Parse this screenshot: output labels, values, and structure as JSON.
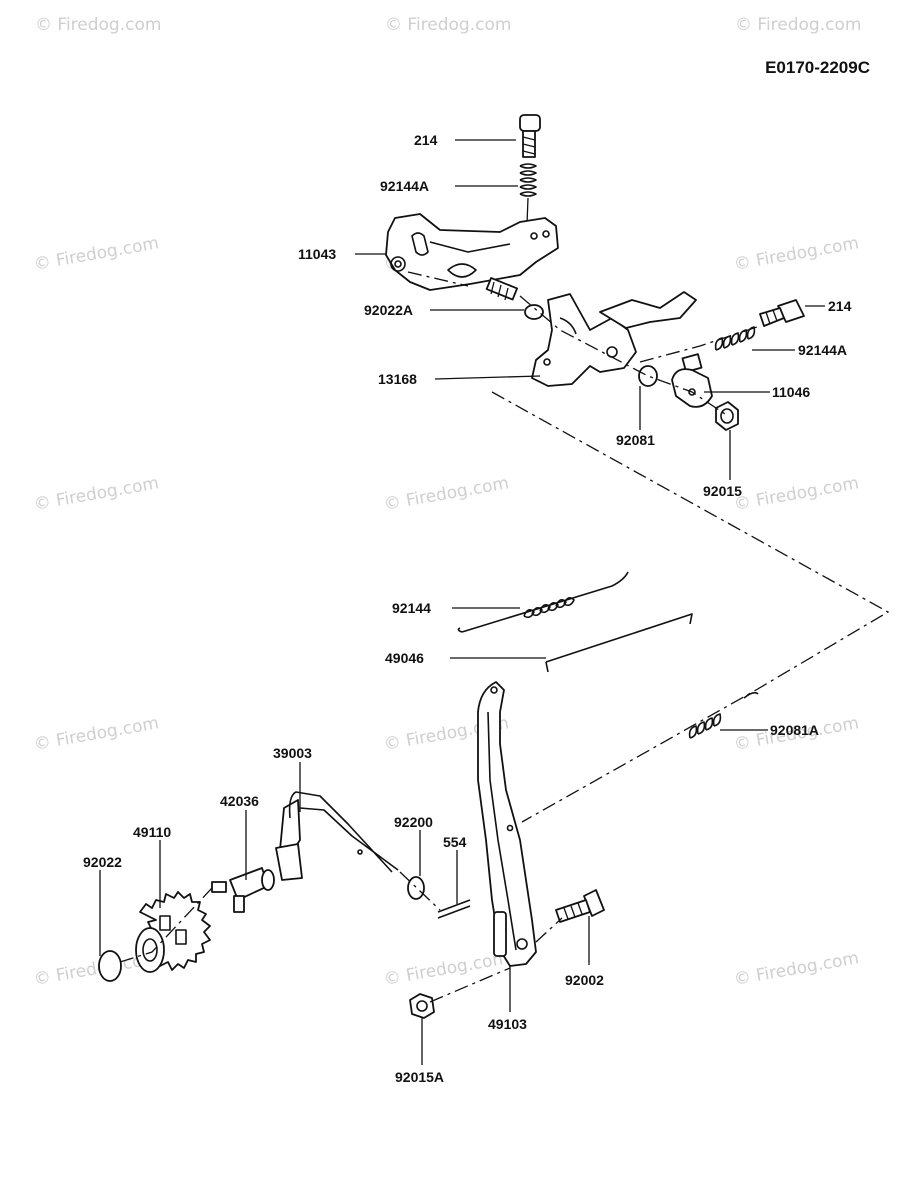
{
  "diagram_code": "E0170-2209C",
  "watermark": "© Firedog.com",
  "labels": {
    "l214_top": "214",
    "l92144A_top": "92144A",
    "l11043": "11043",
    "l92022A": "92022A",
    "l13168": "13168",
    "l214_right": "214",
    "l92144A_right": "92144A",
    "l11046": "11046",
    "l92081": "92081",
    "l92015": "92015",
    "l92144": "92144",
    "l49046": "49046",
    "l92081A": "92081A",
    "l39003": "39003",
    "l42036": "42036",
    "l49110": "49110",
    "l92022": "92022",
    "l92200": "92200",
    "l554": "554",
    "l92002": "92002",
    "l49103": "49103",
    "l92015A": "92015A"
  }
}
